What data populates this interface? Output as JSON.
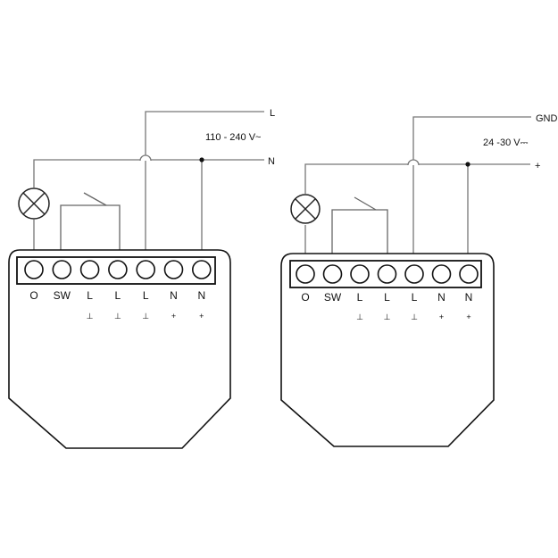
{
  "left": {
    "line_label": "L",
    "neutral_label": "N",
    "voltage": "110 - 240 V~",
    "terminals": [
      "O",
      "SW",
      "L",
      "L",
      "L",
      "N",
      "N"
    ],
    "sublabels": [
      "",
      "",
      "⊥",
      "⊥",
      "⊥",
      "+",
      "+"
    ]
  },
  "right": {
    "line_label": "GND",
    "neutral_label": "+",
    "voltage": "24 -30 V⎓",
    "terminals": [
      "O",
      "SW",
      "L",
      "L",
      "L",
      "N",
      "N"
    ],
    "sublabels": [
      "",
      "",
      "⊥",
      "⊥",
      "⊥",
      "+",
      "+"
    ]
  }
}
